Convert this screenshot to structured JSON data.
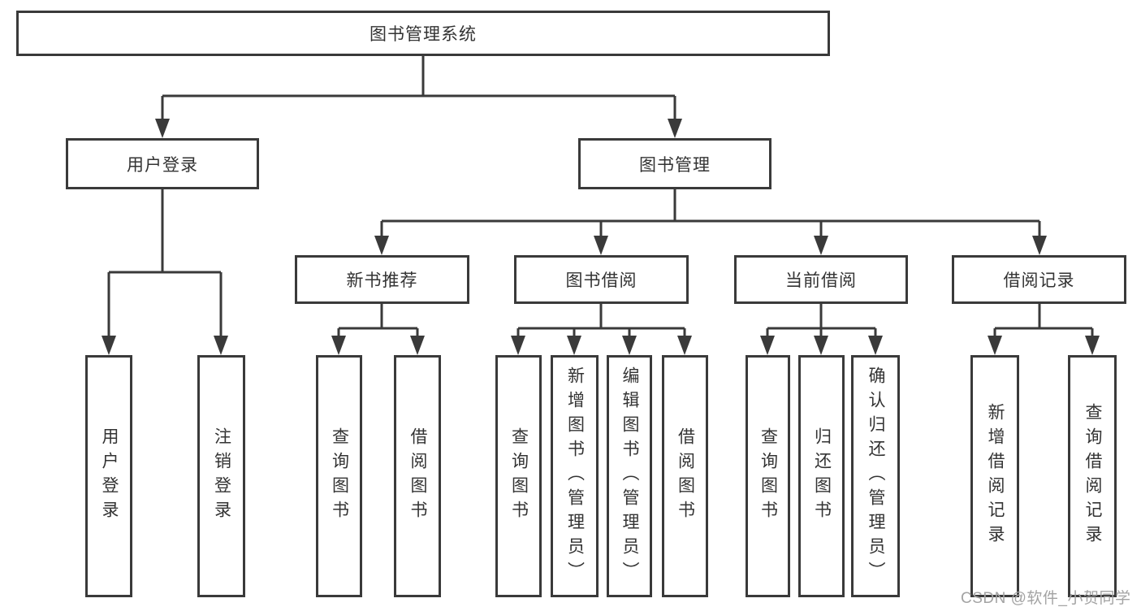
{
  "colors": {
    "line": "#3a3a3a",
    "text": "#333333",
    "background": "#ffffff",
    "watermark": "#a3a3a3"
  },
  "watermark": {
    "text": "CSDN @软件_小贺同学"
  },
  "tree": {
    "root": {
      "label": "图书管理系统"
    },
    "level2": [
      {
        "id": "user-login",
        "label": "用户登录"
      },
      {
        "id": "book-management",
        "label": "图书管理"
      }
    ],
    "level3": [
      {
        "id": "new-book-recommend",
        "label": "新书推荐",
        "parent": "book-management"
      },
      {
        "id": "book-borrowing",
        "label": "图书借阅",
        "parent": "book-management"
      },
      {
        "id": "current-borrowing",
        "label": "当前借阅",
        "parent": "book-management"
      },
      {
        "id": "borrowing-records",
        "label": "借阅记录",
        "parent": "book-management"
      }
    ],
    "leaves": [
      {
        "parent": "user-login",
        "label": "用户登录"
      },
      {
        "parent": "user-login",
        "label": "注销登录"
      },
      {
        "parent": "new-book-recommend",
        "label": "查询图书"
      },
      {
        "parent": "new-book-recommend",
        "label": "借阅图书"
      },
      {
        "parent": "book-borrowing",
        "label": "查询图书"
      },
      {
        "parent": "book-borrowing",
        "label": "新增图书（管理员）"
      },
      {
        "parent": "book-borrowing",
        "label": "编辑图书（管理员）"
      },
      {
        "parent": "book-borrowing",
        "label": "借阅图书"
      },
      {
        "parent": "current-borrowing",
        "label": "查询图书"
      },
      {
        "parent": "current-borrowing",
        "label": "归还图书"
      },
      {
        "parent": "current-borrowing",
        "label": "确认归还（管理员）"
      },
      {
        "parent": "borrowing-records",
        "label": "新增借阅记录"
      },
      {
        "parent": "borrowing-records",
        "label": "查询借阅记录"
      }
    ]
  }
}
